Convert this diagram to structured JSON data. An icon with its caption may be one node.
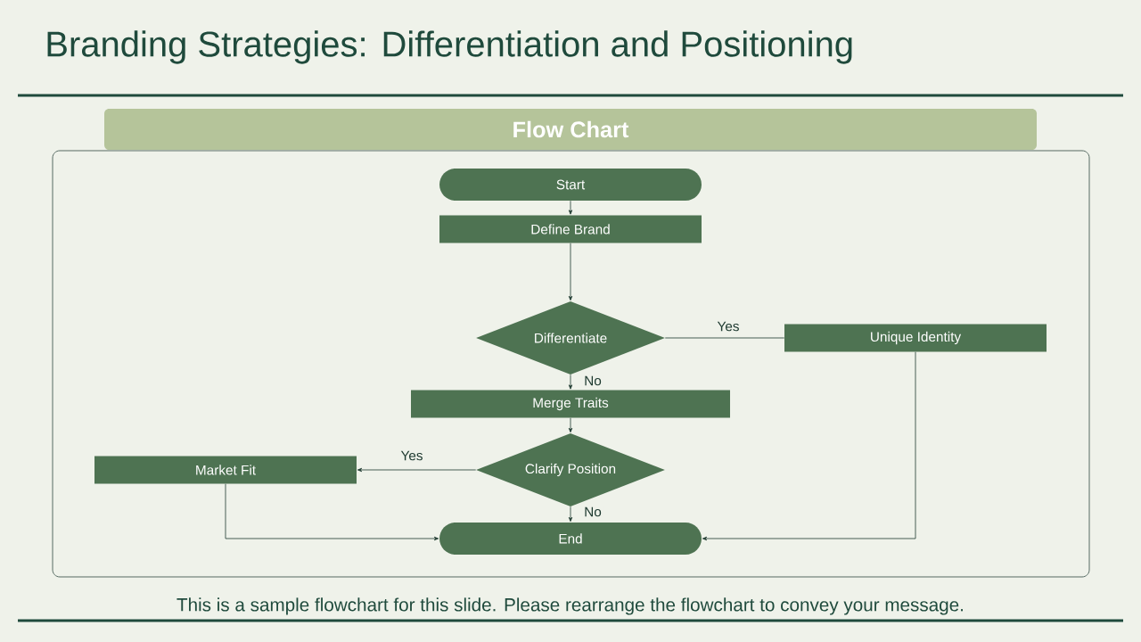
{
  "diagram": {
    "title": "Branding Strategies: Differentiation and Positioning",
    "caption": "This is a sample flowchart for this slide. Please rearrange the flowchart to convey your message.",
    "nodes": [
      {
        "text": [
          "Flow Chart"
        ]
      },
      {
        "text": [
          "Start"
        ]
      },
      {
        "text": [
          "Define Brand"
        ]
      },
      {
        "text": [
          "Differentiate"
        ]
      },
      {
        "text": [
          "Unique Identity"
        ]
      },
      {
        "text": [
          "Merge Traits"
        ]
      },
      {
        "text": [
          "Market Fit"
        ]
      },
      {
        "text": [
          "Clarify Position"
        ]
      },
      {
        "text": [
          "End"
        ]
      }
    ],
    "edges": [
      {
        "from": 1,
        "to": 2,
        "arrow": "to"
      },
      {
        "from": 2,
        "to": 3,
        "arrow": "to"
      },
      {
        "from": 3,
        "to": 4,
        "arrow": "none",
        "label": "Yes"
      },
      {
        "from": 3,
        "to": 5,
        "arrow": "to",
        "label": "No"
      },
      {
        "from": 5,
        "to": 7,
        "arrow": "to"
      },
      {
        "from": 7,
        "to": 6,
        "arrow": "to",
        "label": "Yes"
      },
      {
        "from": 7,
        "to": 8,
        "arrow": "to",
        "label": "No"
      },
      {
        "from": 6,
        "to": 8,
        "arrow": "to"
      },
      {
        "from": 4,
        "to": 8,
        "arrow": "to"
      }
    ]
  }
}
